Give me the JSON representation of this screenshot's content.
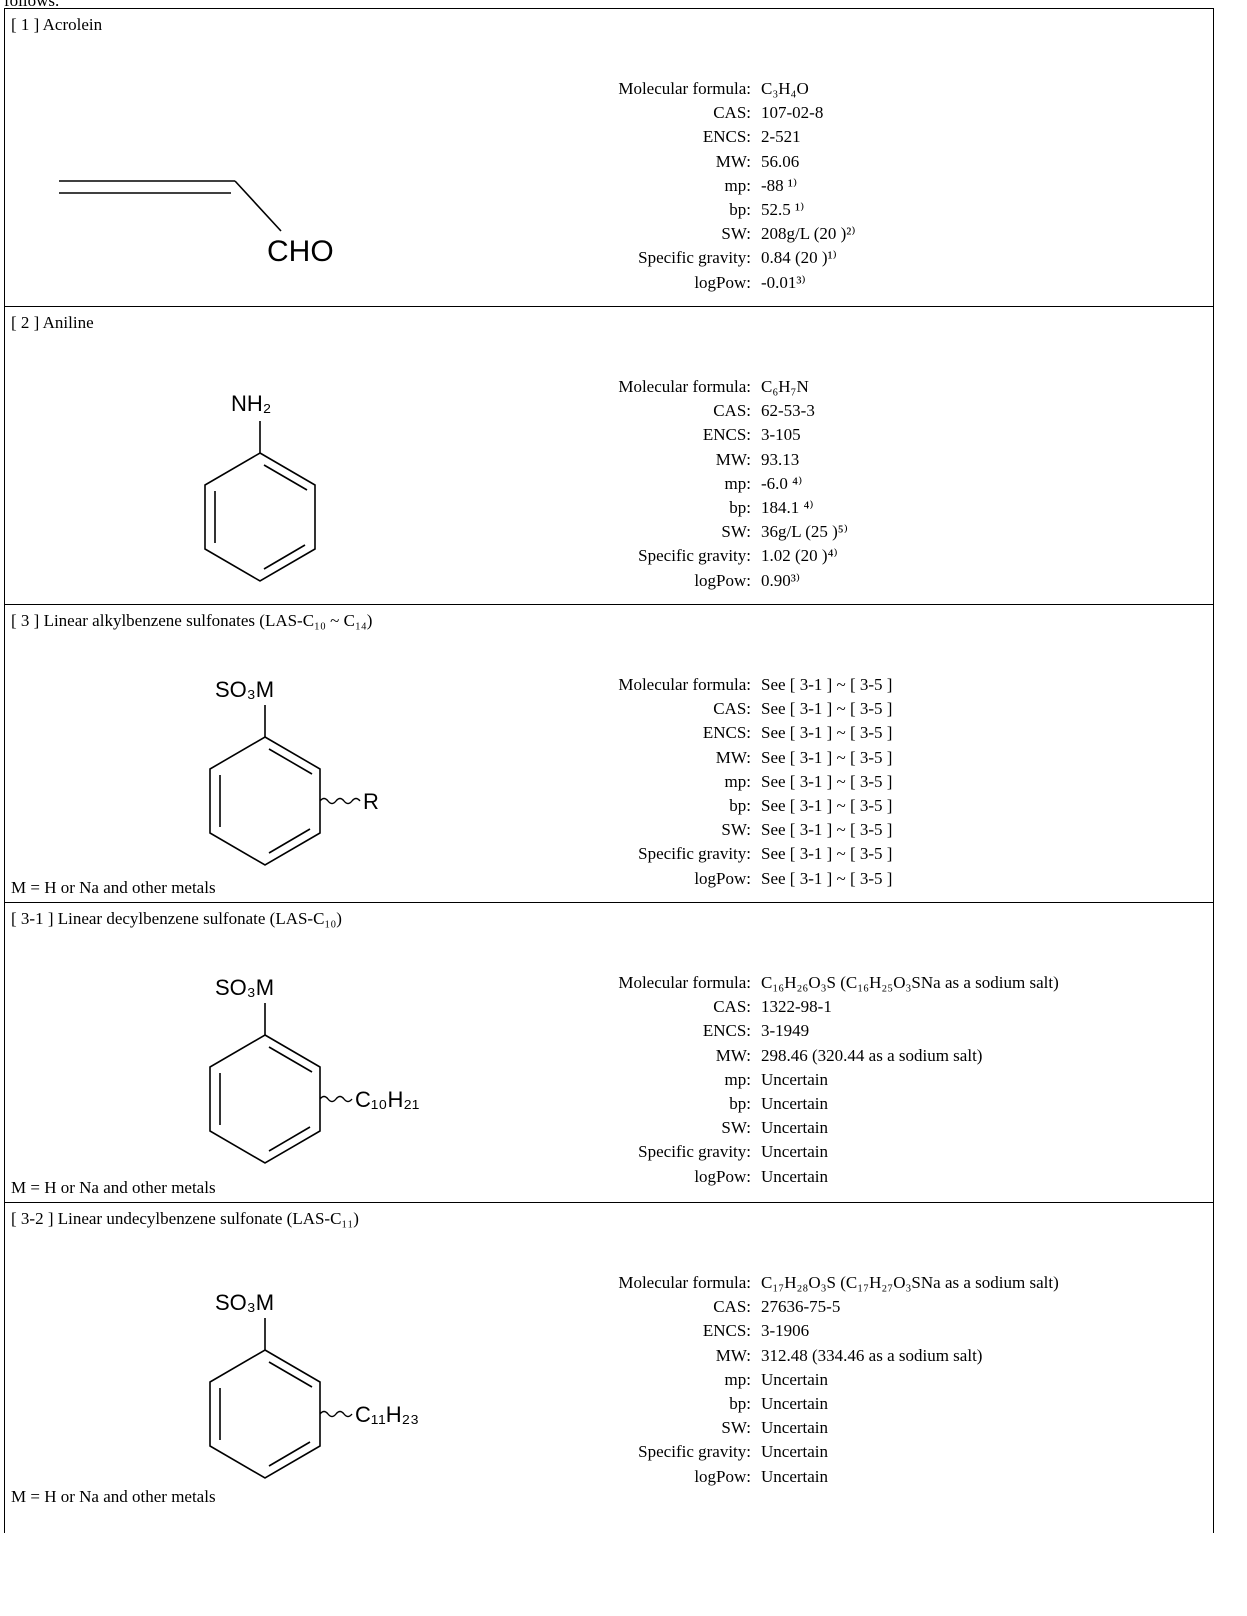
{
  "intro_text": "follows.",
  "labels": {
    "molecular_formula": "Molecular formula:",
    "cas": "CAS:",
    "encs": "ENCS:",
    "mw": "MW:",
    "mp": "mp:",
    "bp": "bp:",
    "sw": "SW:",
    "specific_gravity": "Specific gravity:",
    "logpow": "logPow:"
  },
  "entries": [
    {
      "title": "[ 1 ] Acrolein",
      "structure_label": "CHO",
      "formula": "C₃H₄O",
      "cas": "107-02-8",
      "encs": "2-521",
      "mw": "56.06",
      "mp": "-88 ¹⁾",
      "bp": "52.5 ¹⁾",
      "sw": "208g/L (20 )²⁾",
      "specific_gravity": "0.84 (20 )¹⁾",
      "logpow": "-0.01³⁾"
    },
    {
      "title": "[ 2 ] Aniline",
      "structure_label": "NH₂",
      "formula": "C₆H₇N",
      "cas": "62-53-3",
      "encs": "3-105",
      "mw": "93.13",
      "mp": "-6.0 ⁴⁾",
      "bp": "184.1 ⁴⁾",
      "sw": "36g/L (25 )⁵⁾",
      "specific_gravity": "1.02 (20 )⁴⁾",
      "logpow": "0.90³⁾"
    },
    {
      "title": "[ 3 ] Linear alkylbenzene sulfonates (LAS-C₁₀ ~ C₁₄)",
      "structure_top": "SO₃M",
      "structure_side": "R",
      "metal_note": "M = H or Na and other metals",
      "see_text": "See [ 3-1 ] ~ [ 3-5 ]"
    },
    {
      "title": "[ 3-1 ] Linear decylbenzene sulfonate (LAS-C₁₀)",
      "structure_top": "SO₃M",
      "structure_side": "C₁₀H₂₁",
      "metal_note": "M = H or Na and other metals",
      "formula": "C₁₆H₂₆O₃S (C₁₆H₂₅O₃SNa as a sodium salt)",
      "cas": "1322-98-1",
      "encs": "3-1949",
      "mw": "298.46 (320.44 as a sodium salt)",
      "mp": "Uncertain",
      "bp": "Uncertain",
      "sw": "Uncertain",
      "specific_gravity": "Uncertain",
      "logpow": "Uncertain"
    },
    {
      "title": "[ 3-2 ] Linear undecylbenzene sulfonate (LAS-C₁₁)",
      "structure_top": "SO₃M",
      "structure_side": "C₁₁H₂₃",
      "metal_note": "M = H or Na and other metals",
      "formula": "C₁₇H₂₈O₃S (C₁₇H₂₇O₃SNa as a sodium salt)",
      "cas": "27636-75-5",
      "encs": "3-1906",
      "mw": "312.48 (334.46 as a sodium salt)",
      "mp": "Uncertain",
      "bp": "Uncertain",
      "sw": "Uncertain",
      "specific_gravity": "Uncertain",
      "logpow": "Uncertain"
    }
  ]
}
